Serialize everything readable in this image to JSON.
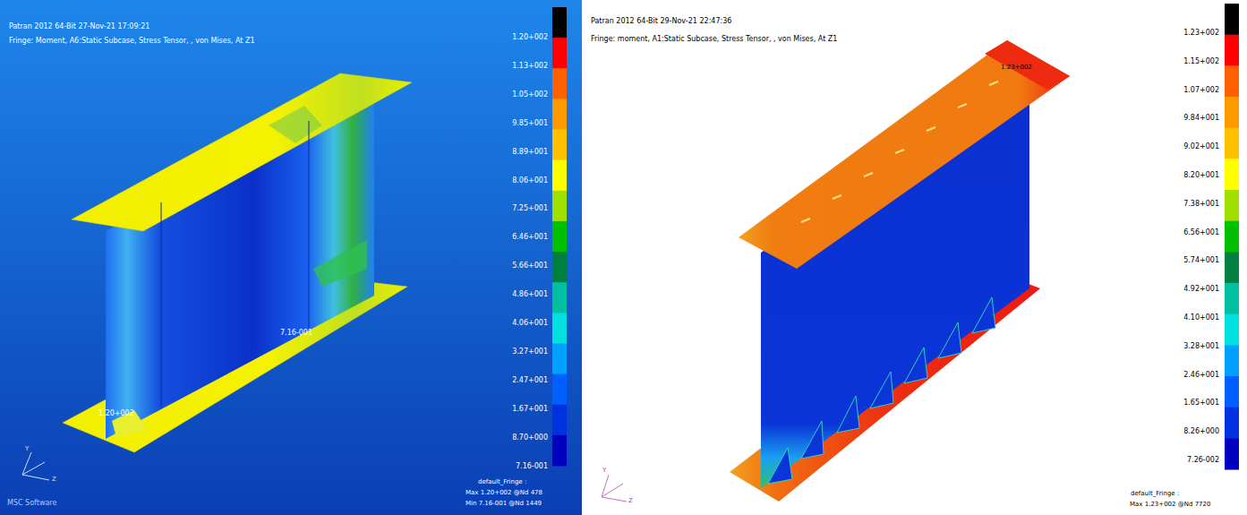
{
  "diagram": {
    "labels": [
      "Patran 2012 64-Bit 27-Nov-21 17:09:21",
      "Fringe: Moment, A6:Static Subcase, Stress Tensor, , von Mises, At Z1",
      "1.20+002",
      "1.13+002",
      "1.05+002",
      "9.85+001",
      "8.89+001",
      "8.06+001",
      "7.25+001",
      "6.46+001",
      "5.66+001",
      "4.86+001",
      "4.06+001",
      "3.27+001",
      "2.47+001",
      "1.67+001",
      "8.70+000",
      "7.16-001",
      "7.16-001",
      "1.20+002",
      "default_Fringe :",
      "Max 1.20+002 @Nd 478",
      "Min 7.16-001 @Nd 1449",
      "MSC Software",
      "Patran 2012 64-Bit 29-Nov-21 22:47:36",
      "Fringe: moment, A1:Static Subcase, Stress Tensor, , von Mises, At Z1",
      "1.23+002",
      "1.15+002",
      "1.07+002",
      "9.84+001",
      "9.02+001",
      "8.20+001",
      "7.38+001",
      "6.56+001",
      "5.74+001",
      "4.92+001",
      "4.10+001",
      "3.28+001",
      "2.46+001",
      "1.65+001",
      "8.26+000",
      "7.26-002",
      "1.23+002",
      "default_Fringe :",
      "Max 1.23+002 @Nd 7720",
      "Y",
      "Z",
      "Y",
      "Z"
    ]
  }
}
